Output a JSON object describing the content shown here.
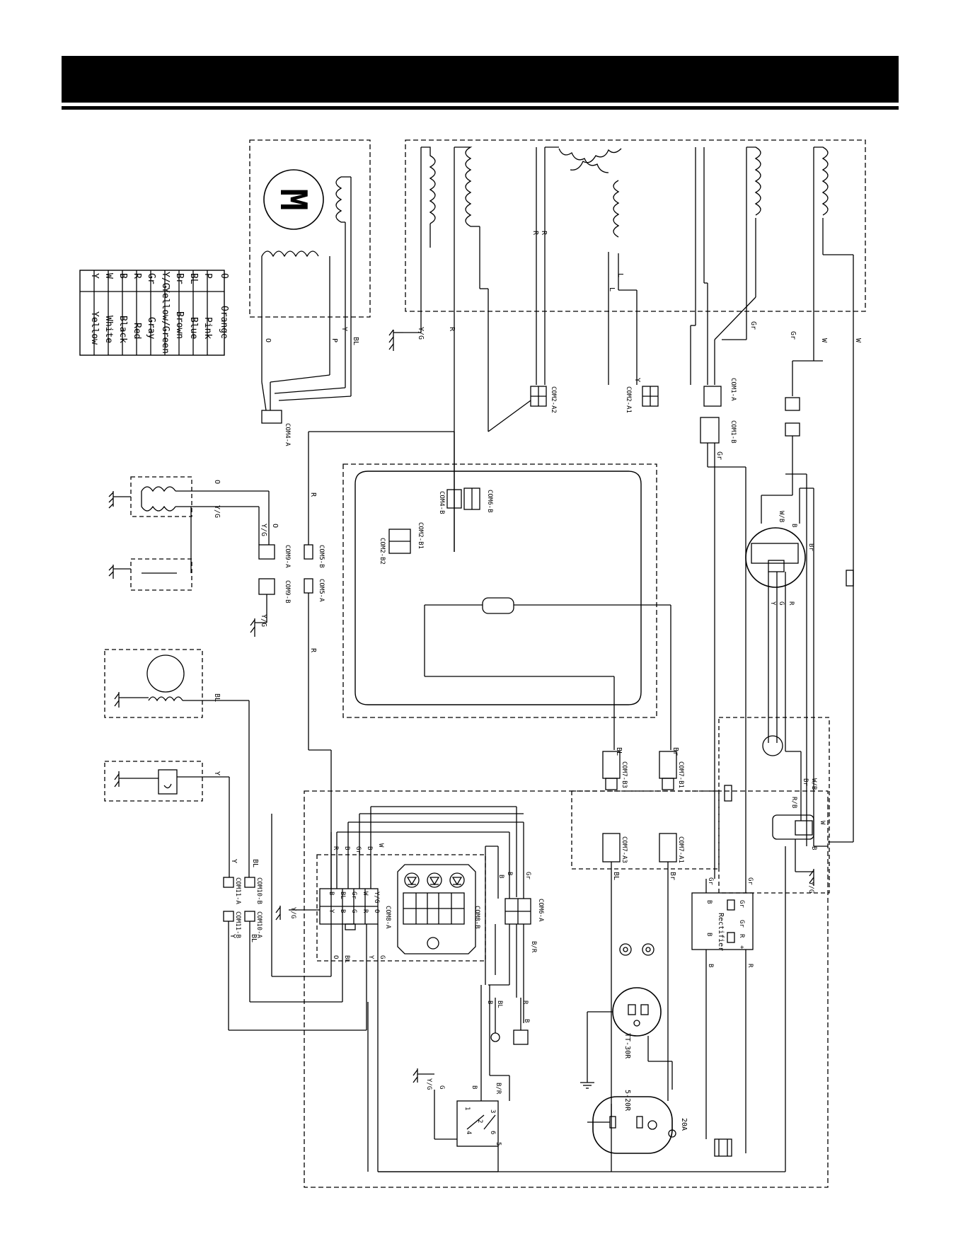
{
  "legend": {
    "rows": [
      {
        "code": "O",
        "name": "Orange"
      },
      {
        "code": "P",
        "name": "Pink"
      },
      {
        "code": "BL",
        "name": "Blue"
      },
      {
        "code": "Br",
        "name": "Brown"
      },
      {
        "code": "Y/G",
        "name": "Yellow/Green"
      },
      {
        "code": "Gr",
        "name": "Gray"
      },
      {
        "code": "R",
        "name": "Red"
      },
      {
        "code": "B",
        "name": "Black"
      },
      {
        "code": "W",
        "name": "White"
      },
      {
        "code": "Y",
        "name": "Yellow"
      }
    ]
  },
  "motor_symbol": "M",
  "connectors": {
    "com4_a": "COM4-A",
    "com2_a2": "COM2-A2",
    "com2_a1": "COM2-A1",
    "com1_a": "COM1-A",
    "com1_b": "COM1-B",
    "com6_b_top": "COM6-B",
    "com4_b": "COM4-B",
    "com2_b1": "COM2-B1",
    "com2_b2": "COM2-B2",
    "com9_a": "COM9-A",
    "com9_b": "COM9-B",
    "com5_b": "COM5-B",
    "com5_a": "COM5-A",
    "com7_b3": "COM7-B3",
    "com7_b1": "COM7-B1",
    "com7_a3": "COM7-A3",
    "com7_a1": "COM7-A1",
    "com8_a": "COM8-A",
    "com8_b": "COM8-B",
    "com6_a": "COM6-A",
    "com10_b": "COM10-B",
    "com10_a": "COM10-A",
    "com11_a": "COM11-A",
    "com11_b": "COM11-B"
  },
  "components": {
    "rectifier": "Rectifier",
    "outlet_30": "TT-30R",
    "outlet_20": "5-20R",
    "breaker": "20A"
  },
  "wires": {
    "yg": "Y/G",
    "r": "R",
    "o": "O",
    "p": "P",
    "y": "Y",
    "bl": "BL",
    "gr": "Gr",
    "w": "W",
    "b": "B",
    "br": "Br",
    "g": "G",
    "l": "L",
    "wb": "W/B",
    "rb": "R/B",
    "br_slash": "B/R"
  },
  "switch_pins": {
    "p1": "1",
    "p2": "2",
    "p3": "3",
    "p4": "4",
    "p5": "5",
    "p6": "6"
  },
  "rectifier_pins": {
    "plus": "+",
    "r": "R",
    "gr": "Gr",
    "b": "B"
  },
  "com8_pins": {
    "top": [
      "Y/G",
      "O",
      "W",
      "R",
      "Gr",
      "G",
      "BL",
      "B",
      "B",
      "Y"
    ]
  }
}
